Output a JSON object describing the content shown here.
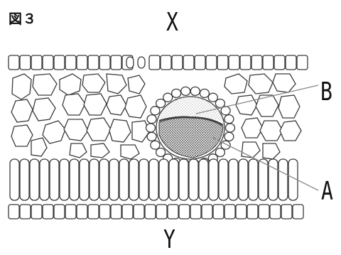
{
  "figure_label": "図３",
  "labels": {
    "top": "X",
    "bottom": "Y",
    "upper_right": "B",
    "lower_right": "A"
  },
  "colors": {
    "stroke": "#3a3a3a",
    "pointer_line": "#8a8a8a",
    "dots": "#9a9a9a",
    "hatch": "#555555"
  }
}
